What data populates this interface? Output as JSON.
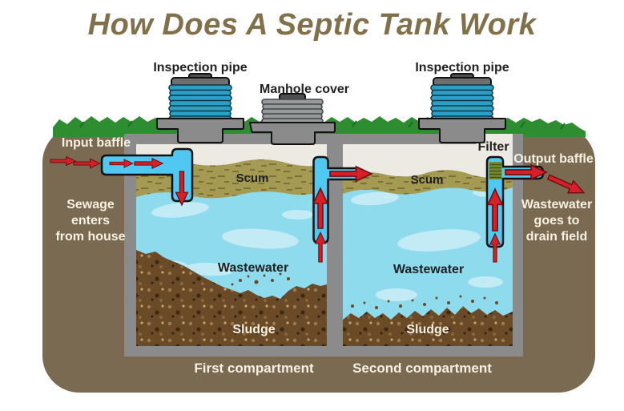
{
  "title": "How Does A Septic Tank Work",
  "labels": {
    "inspection_pipe_left": "Inspection pipe",
    "inspection_pipe_right": "Inspection pipe",
    "manhole_cover": "Manhole cover",
    "input_baffle": "Input baffle",
    "output_baffle": "Output baffle",
    "filter": "Filter",
    "scum_first": "Scum",
    "scum_second": "Scum",
    "wastewater_first": "Wastewater",
    "wastewater_second": "Wastewater",
    "sludge_first": "Sludge",
    "sludge_second": "Sludge",
    "sewage_note": "Sewage\nenters\nfrom house",
    "drain_note": "Wastewater\ngoes to\ndrain field",
    "first_compartment": "First compartment",
    "second_compartment": "Second compartment"
  },
  "colors": {
    "title": "#82704a",
    "soil": "#7a6a51",
    "grass": "#2e8c31",
    "tank_wall": "#8b8b8b",
    "tank_interior": "#edeae3",
    "water": "#8edbee",
    "water_highlight": "#c2ebf5",
    "scum": "#a59a52",
    "sludge": "#6a4a27",
    "pipe": "#4fc8f2",
    "filter": "#7a8a2e",
    "arrow": "#d62028",
    "label_light": "#f7f1e3",
    "label_dark": "#1f1f1f"
  }
}
